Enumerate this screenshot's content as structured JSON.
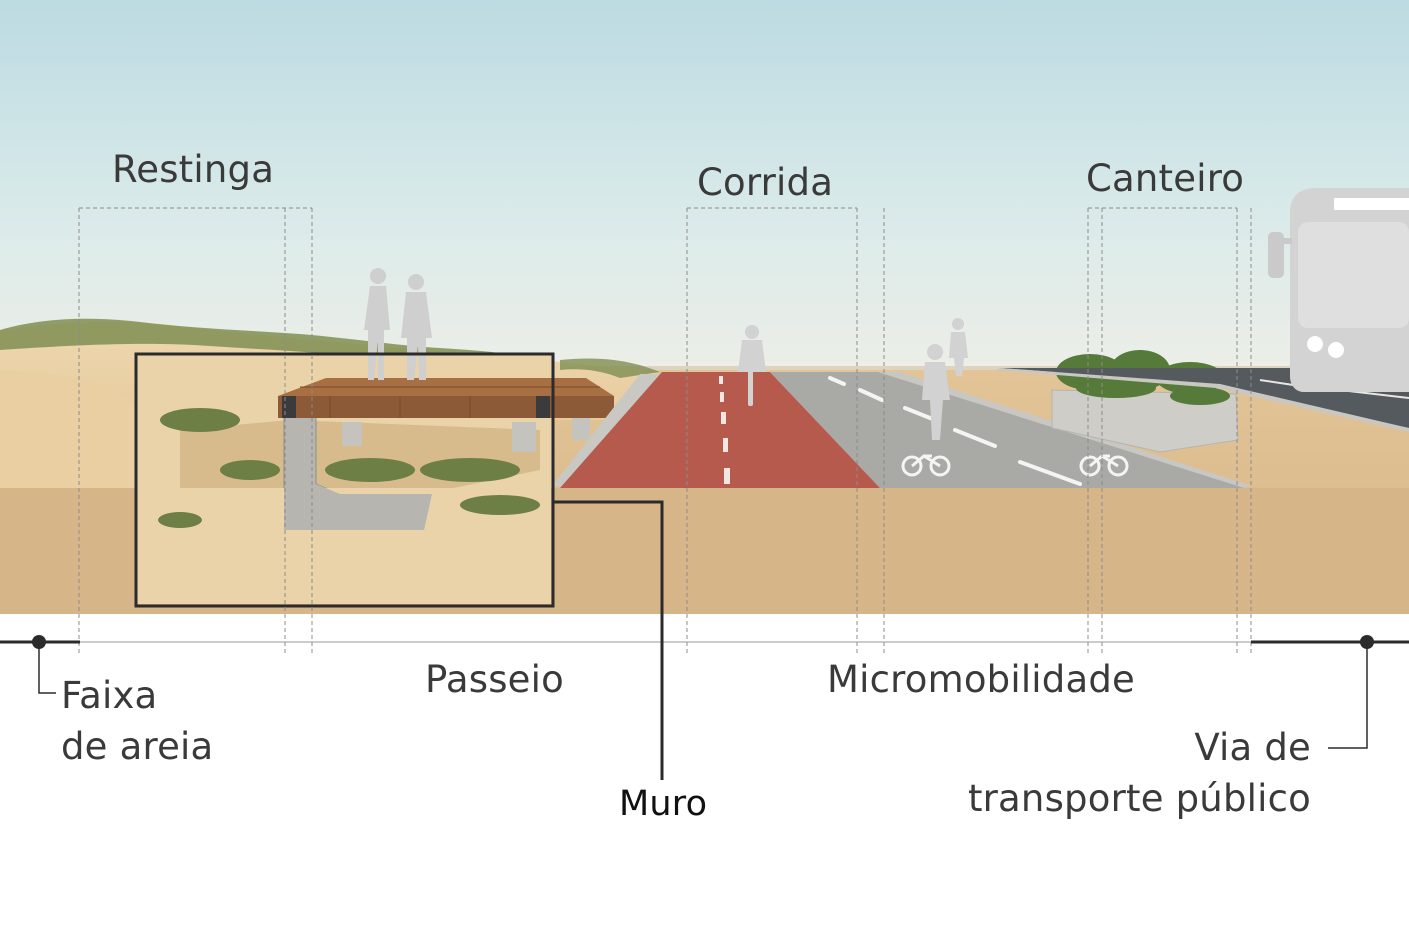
{
  "labels": {
    "restinga": "Restinga",
    "corrida": "Corrida",
    "canteiro": "Canteiro",
    "passeio": "Passeio",
    "micromobilidade": "Micromobilidade",
    "faixa_areia_line1": "Faixa",
    "faixa_areia_line2": "de areia",
    "muro": "Muro",
    "via_line1": "Via de",
    "via_line2": "transporte público"
  },
  "colors": {
    "sky_top": "#c7e0e6",
    "sky_bottom": "#f3f1ea",
    "sand": "#d8b98a",
    "bike_lane": "#b55a4c",
    "micromobility_lane": "#a9a9a6",
    "deck_wood": "#8c5a36",
    "callout_line": "#2b2b2b"
  }
}
